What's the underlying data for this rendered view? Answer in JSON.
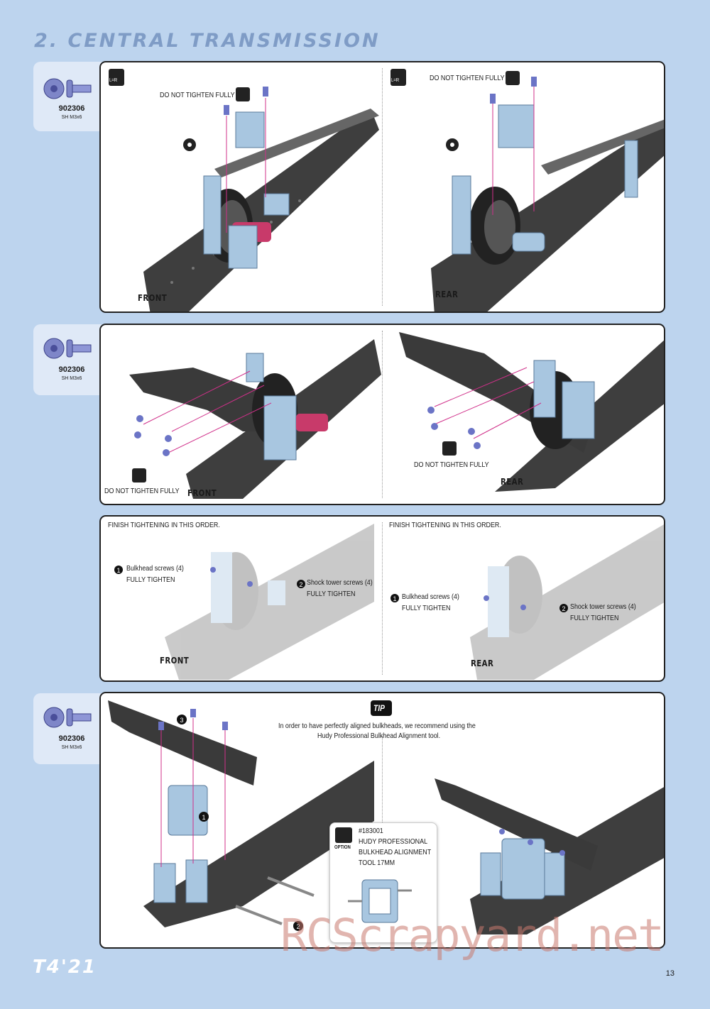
{
  "page": {
    "title": "2. CENTRAL TRANSMISSION",
    "footer_logo": "T4'21",
    "page_number": "13",
    "watermark": "RCScrapyard.net"
  },
  "parts_tab": {
    "part_number": "902306",
    "part_desc": "SH M3x6"
  },
  "step1": {
    "left": {
      "note": "DO NOT TIGHTEN FULLY",
      "direction": "FRONT",
      "lr_badge": "L=R"
    },
    "right": {
      "note": "DO NOT TIGHTEN FULLY",
      "direction": "REAR",
      "lr_badge": "L=R"
    }
  },
  "step2": {
    "left": {
      "note": "DO NOT TIGHTEN FULLY",
      "direction": "FRONT"
    },
    "right": {
      "note": "DO NOT TIGHTEN FULLY",
      "direction": "REAR"
    }
  },
  "step3": {
    "left": {
      "heading": "FINISH TIGHTENING IN THIS ORDER.",
      "item1_num": "1",
      "item1_line1": "Bulkhead screws (4)",
      "item1_line2": "FULLY TIGHTEN",
      "item2_num": "2",
      "item2_line1": "Shock tower screws (4)",
      "item2_line2": "FULLY TIGHTEN",
      "direction": "FRONT"
    },
    "right": {
      "heading": "FINISH TIGHTENING IN THIS ORDER.",
      "item1_num": "1",
      "item1_line1": "Bulkhead screws (4)",
      "item1_line2": "FULLY TIGHTEN",
      "item2_num": "2",
      "item2_line1": "Shock tower screws (4)",
      "item2_line2": "FULLY TIGHTEN",
      "direction": "REAR"
    }
  },
  "step4": {
    "tip_badge": "TIP",
    "tip_line1": "In order to have perfectly aligned bulkheads, we recommend using the",
    "tip_line2": "Hudy Professional Bulkhead Alignment tool.",
    "option_badge": "OPTION",
    "option_line1": "#183001",
    "option_line2": "HUDY PROFESSIONAL",
    "option_line3": "BULKHEAD ALIGNMENT",
    "option_line4": "TOOL 17MM",
    "callout1": "1",
    "callout2": "2",
    "callout3": "3"
  }
}
